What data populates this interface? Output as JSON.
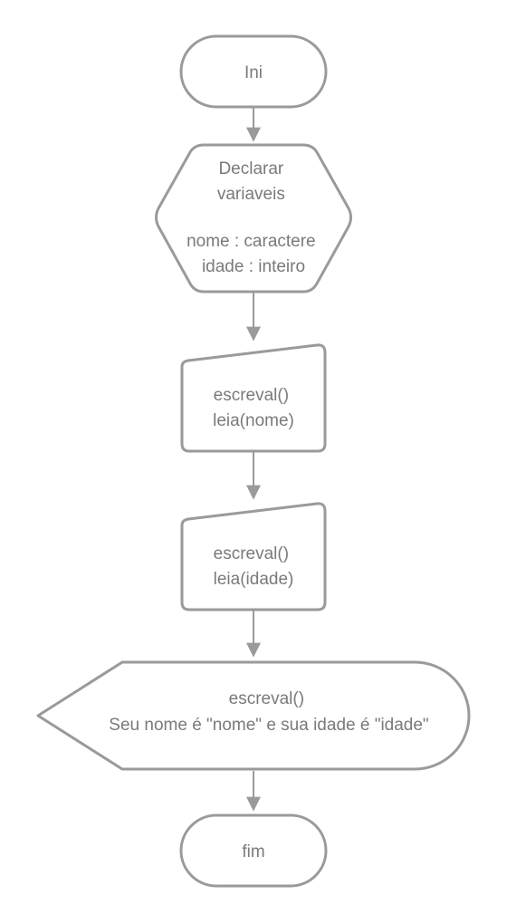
{
  "nodes": {
    "start": {
      "shape": "terminator",
      "lines": [
        "Ini"
      ]
    },
    "declare": {
      "shape": "hexagon",
      "lines": [
        "Declarar",
        "variaveis",
        "",
        "nome : caractere",
        "idade : inteiro"
      ]
    },
    "input_name": {
      "shape": "manual-input",
      "lines": [
        "escreval()",
        "leia(nome)"
      ]
    },
    "input_age": {
      "shape": "manual-input",
      "lines": [
        "escreval()",
        "leia(idade)"
      ]
    },
    "output": {
      "shape": "display",
      "lines": [
        "escreval()",
        "Seu nome é \"nome\" e sua idade é \"idade\""
      ]
    },
    "end": {
      "shape": "terminator",
      "lines": [
        "fim"
      ]
    }
  },
  "edges": [
    {
      "from": "start",
      "to": "declare"
    },
    {
      "from": "declare",
      "to": "input_name"
    },
    {
      "from": "input_name",
      "to": "input_age"
    },
    {
      "from": "input_age",
      "to": "output"
    },
    {
      "from": "output",
      "to": "end"
    }
  ],
  "colors": {
    "stroke": "#9a9a9a",
    "text": "#7a7a7a",
    "background": "#ffffff"
  }
}
